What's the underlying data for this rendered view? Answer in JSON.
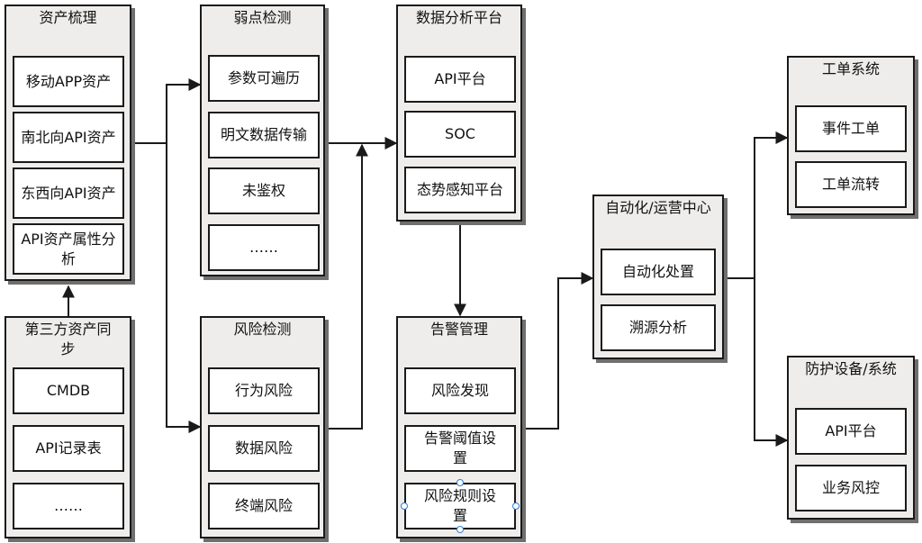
{
  "groups": {
    "asset": {
      "title": "资产梳理",
      "items": [
        "移动APP资产",
        "南北向API资产",
        "东西向API资产",
        "API资产属性分析"
      ]
    },
    "third_party": {
      "title": "第三方资产同步",
      "items": [
        "CMDB",
        "API记录表",
        "……"
      ]
    },
    "weakness": {
      "title": "弱点检测",
      "items": [
        "参数可遍历",
        "明文数据传输",
        "未鉴权",
        "……"
      ]
    },
    "risk": {
      "title": "风险检测",
      "items": [
        "行为风险",
        "数据风险",
        "终端风险"
      ]
    },
    "analysis": {
      "title": "数据分析平台",
      "items": [
        "API平台",
        "SOC",
        "态势感知平台"
      ]
    },
    "alert": {
      "title": "告警管理",
      "items": [
        "风险发现",
        "告警阈值设置",
        "风险规则设置"
      ]
    },
    "automation": {
      "title": "自动化/运营中心",
      "items": [
        "自动化处置",
        "溯源分析"
      ]
    },
    "ticket": {
      "title": "工单系统",
      "items": [
        "事件工单",
        "工单流转"
      ]
    },
    "protection": {
      "title": "防护设备/系统",
      "items": [
        "API平台",
        "业务风控"
      ]
    }
  }
}
